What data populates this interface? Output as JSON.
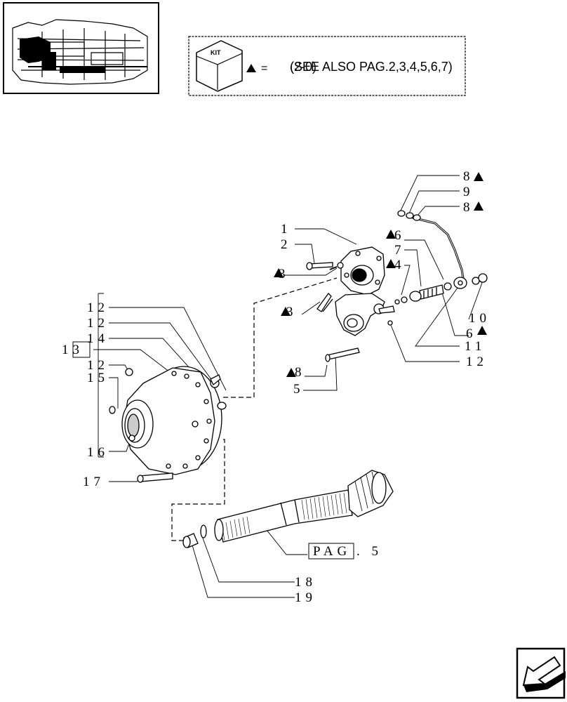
{
  "kit_box": {
    "badge": "KIT",
    "equals": "=",
    "overlap_a": "(SEE ALSO PAG.2,3,4,5,6,7)",
    "overlap_b": "(2-0)"
  },
  "labels": {
    "l1": "1",
    "l2": "2",
    "l3a": "3",
    "l3b": "3",
    "l4": "4",
    "l5": "5",
    "l6a": "6",
    "l6b": "6",
    "l7": "7",
    "l8a": "8",
    "l8b": "8",
    "l8c": "8",
    "l9": "9",
    "l10": "10",
    "l11": "11",
    "l12": "12",
    "lleft12a": "12",
    "lleft12b": "12",
    "l13": "13",
    "l14": "14",
    "lleft12c": "12",
    "l15": "15",
    "l16": "16",
    "l17": "17",
    "l18": "18",
    "l19": "19"
  },
  "page_ref": {
    "word": "PAG",
    "num": ". 5"
  },
  "nav": {
    "icon": "arrow-left-icon"
  }
}
